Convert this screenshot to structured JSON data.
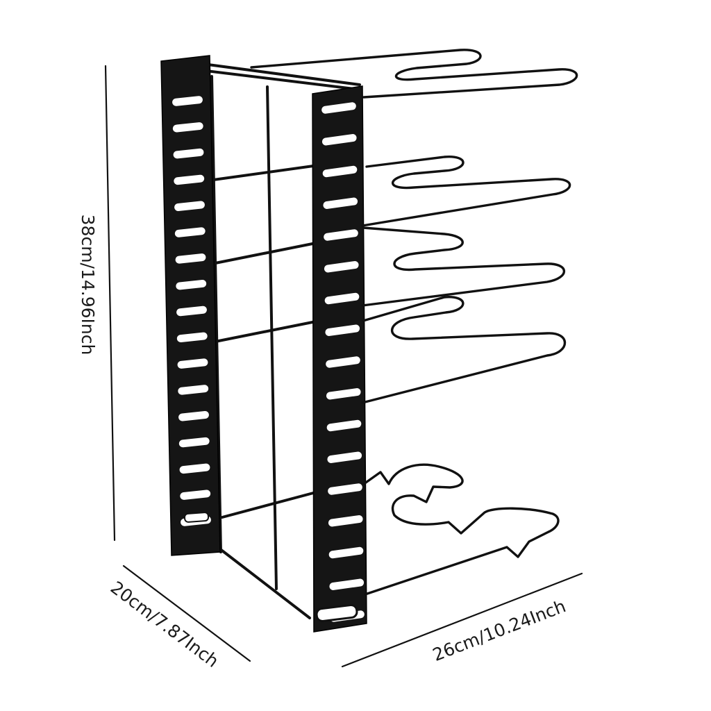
{
  "product": {
    "dimensions": {
      "height": "38cm/14.96Inch",
      "depth": "20cm/7.87Inch",
      "width": "26cm/10.24Inch"
    },
    "colors": {
      "metal": "#111111",
      "background": "#ffffff"
    },
    "tier_count": 5
  }
}
